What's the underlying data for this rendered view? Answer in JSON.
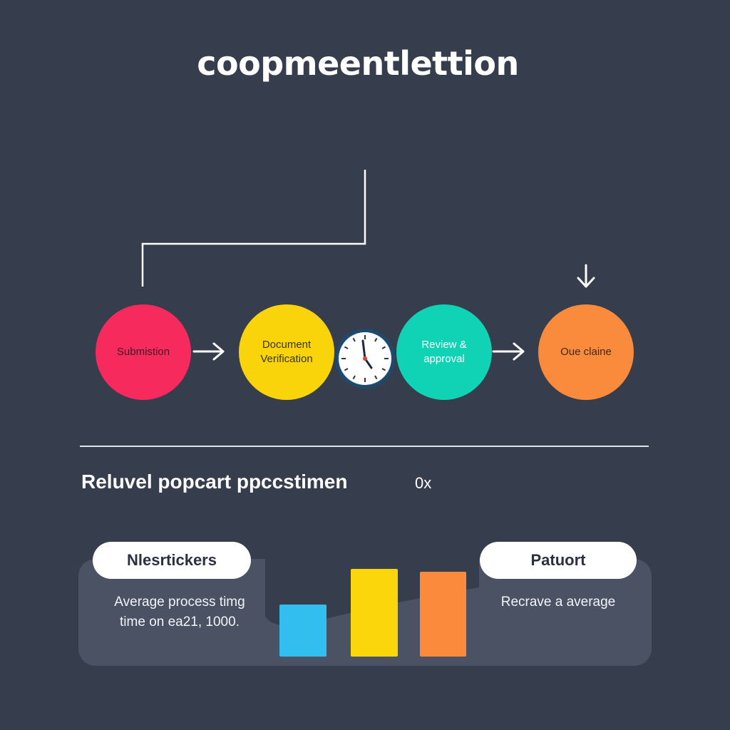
{
  "header": {
    "title": "coopmeentlettion"
  },
  "stages": [
    {
      "label": "Submistion",
      "color": "#f72a5d",
      "text_color": "#3a1a26"
    },
    {
      "label": "Document\nVerification",
      "color": "#f9d40a",
      "text_color": "#3a3520"
    },
    {
      "label": "Review &\napproval",
      "color": "#10d2b4",
      "text_color": "#ffffff"
    },
    {
      "label": "Oue claine",
      "color": "#fb8b3c",
      "text_color": "#3a2a20"
    }
  ],
  "clock": {
    "icon": "clock-icon"
  },
  "section": {
    "heading": "Reluvel popcart ppccstimen",
    "badge": "0x"
  },
  "left_card": {
    "title": "Nlesrtickers",
    "text_line1": "Average process timg",
    "text_line2": "time on ea21, 1000."
  },
  "right_card": {
    "title": "Patuort",
    "text": "Recrave a average"
  },
  "bars": [
    {
      "level": 0.59,
      "color": "#32bff0"
    },
    {
      "level": 1.0,
      "color": "#fbd60a"
    },
    {
      "level": 0.97,
      "color": "#fb8a3c"
    }
  ]
}
